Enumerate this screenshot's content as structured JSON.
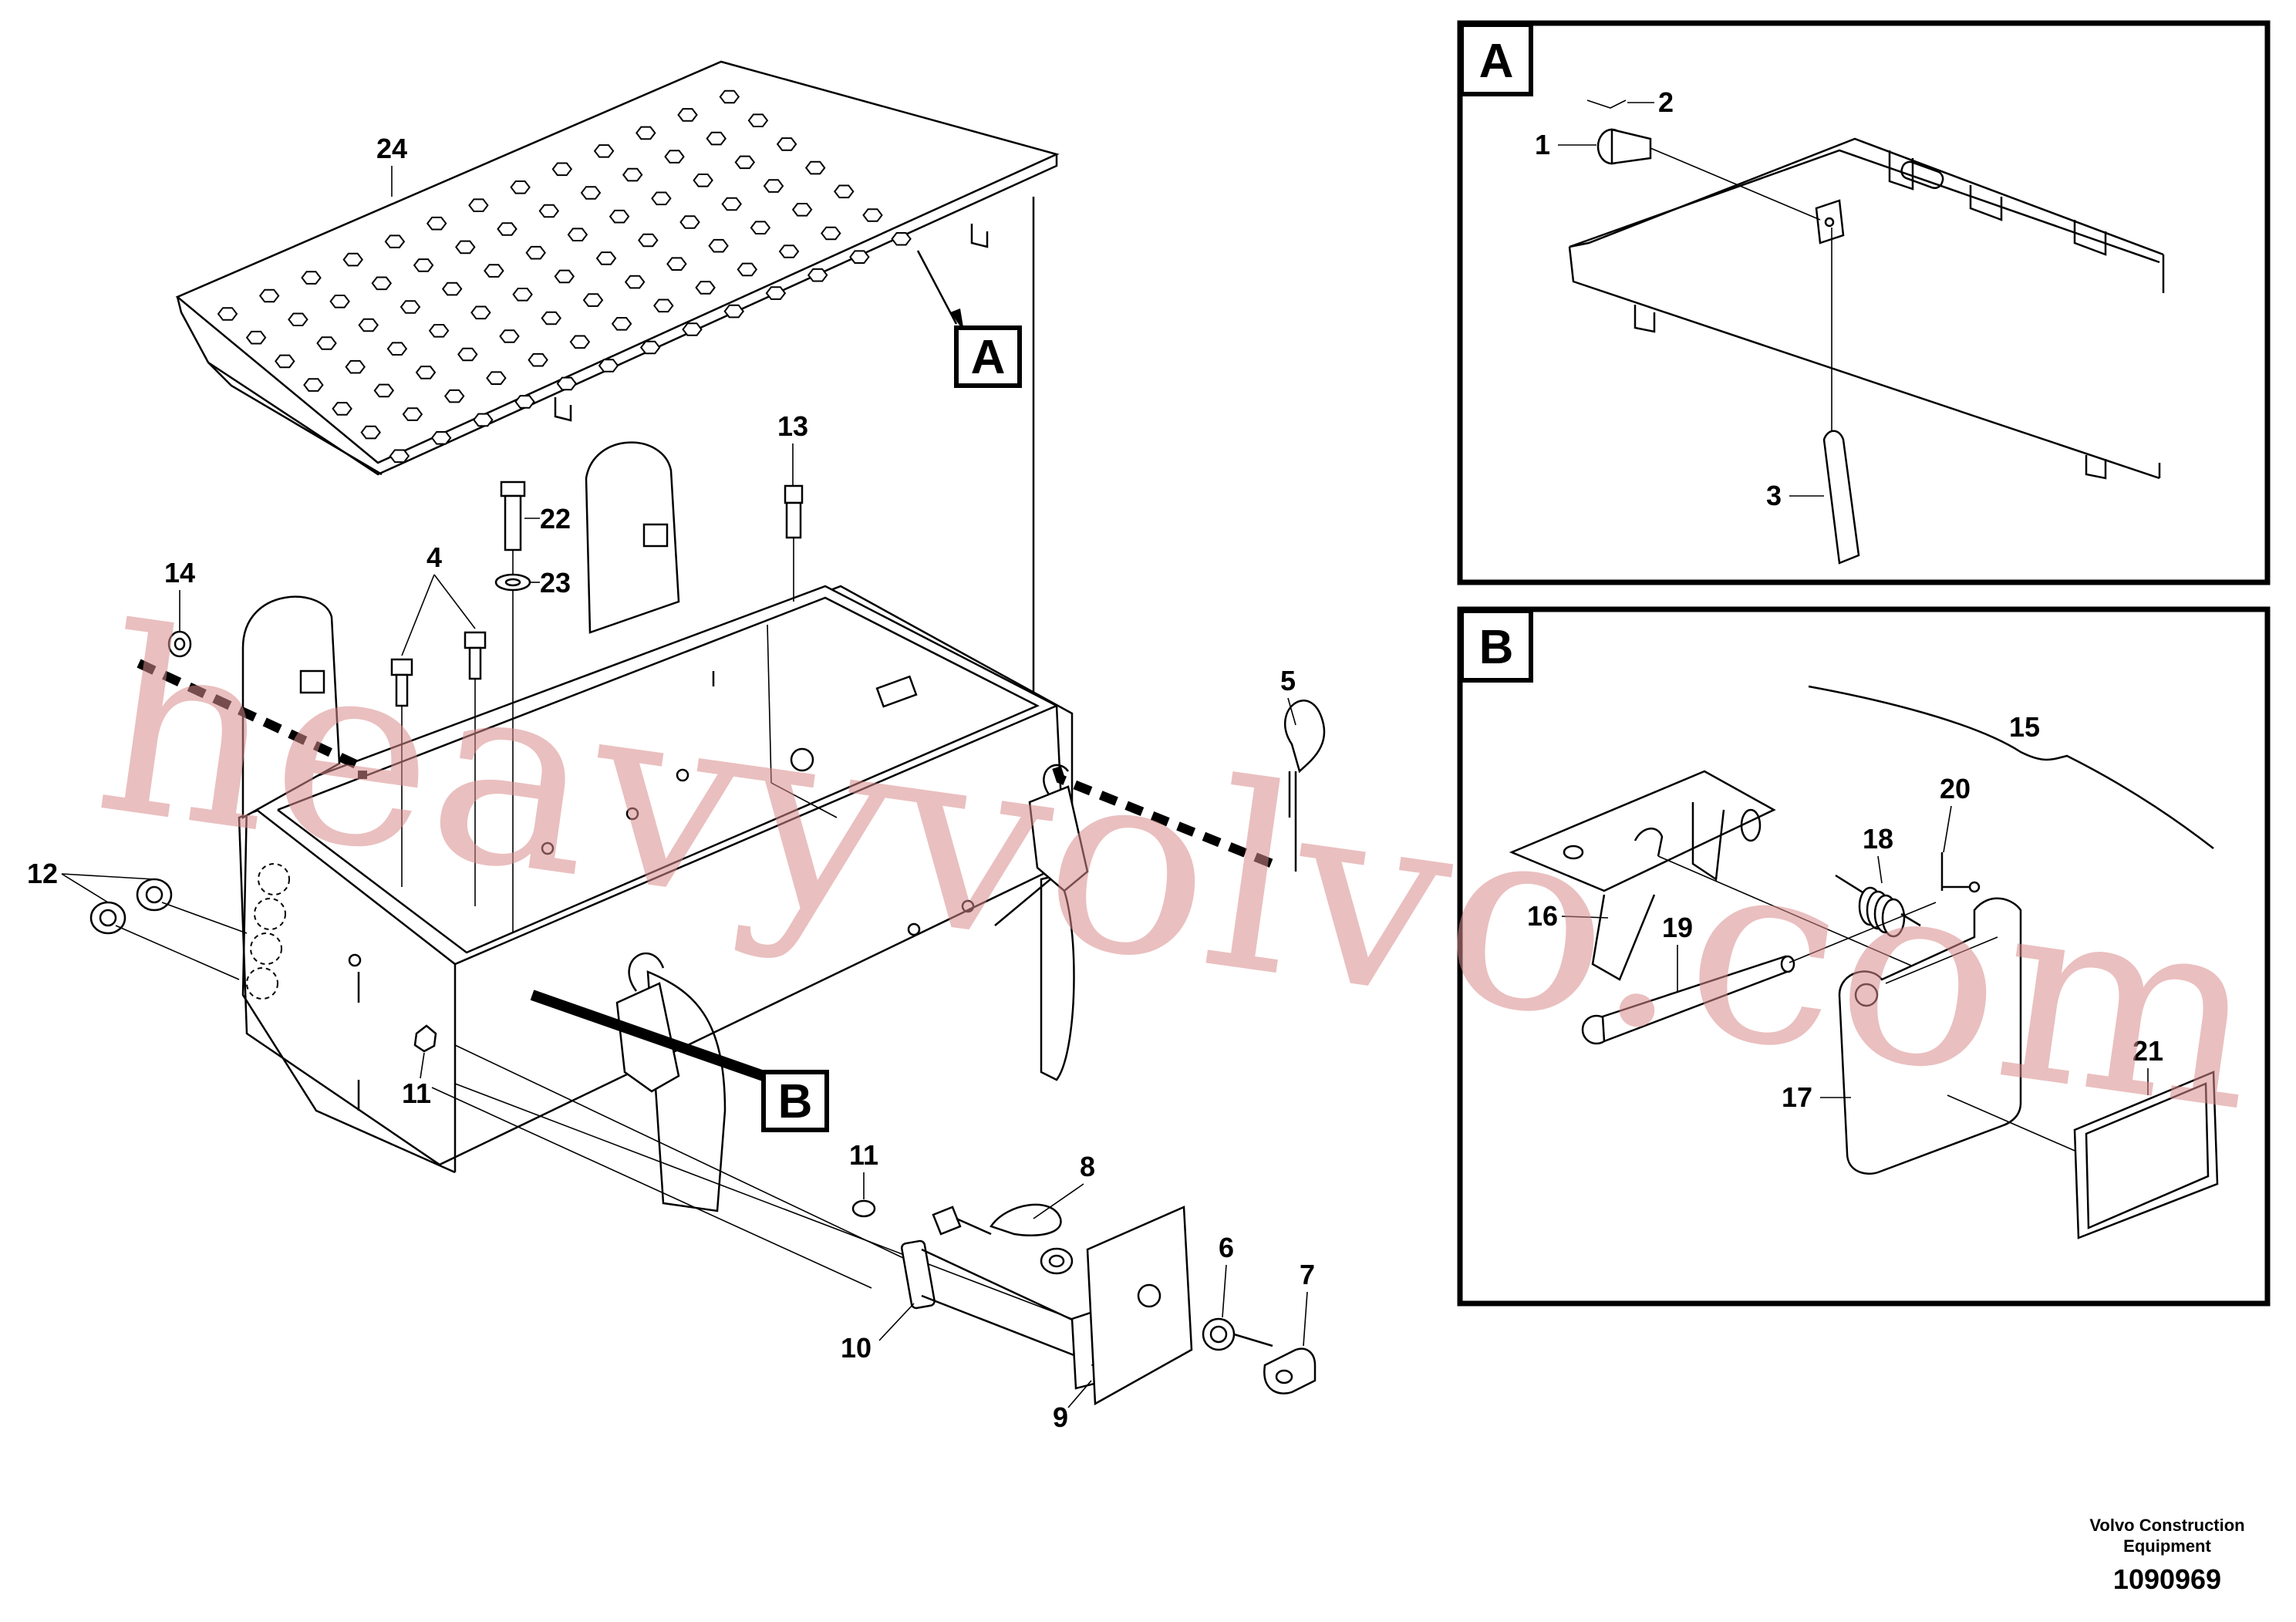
{
  "views": [
    {
      "id": "A",
      "label": "A"
    },
    {
      "id": "B",
      "label": "B"
    }
  ],
  "main_markers": {
    "a": "A",
    "b": "B"
  },
  "callouts": {
    "c24": "24",
    "c13": "13",
    "c22": "22",
    "c23": "23",
    "c4": "4",
    "c14": "14",
    "c5": "5",
    "c12": "12",
    "c11a": "11",
    "c11b": "11",
    "c8": "8",
    "c6": "6",
    "c7": "7",
    "c10": "10",
    "c9": "9",
    "a1": "1",
    "a2": "2",
    "a3": "3",
    "b15": "15",
    "b16": "16",
    "b18": "18",
    "b19": "19",
    "b20": "20",
    "b21": "21",
    "b17": "17"
  },
  "watermark": "heavyvolvo.com",
  "footer": {
    "company_line1": "Volvo Construction",
    "company_line2": "Equipment",
    "drawing_number": "1090969"
  }
}
